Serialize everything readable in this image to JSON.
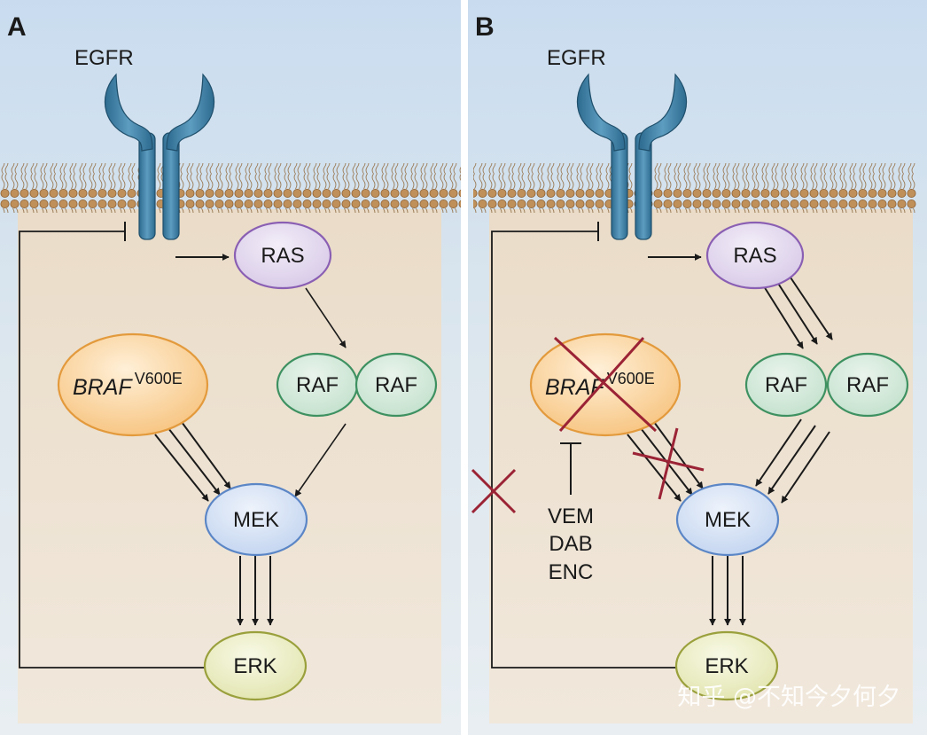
{
  "panels": [
    {
      "label": "A",
      "receptor": "EGFR"
    },
    {
      "label": "B",
      "receptor": "EGFR"
    }
  ],
  "nodes": {
    "ras": "RAS",
    "raf": "RAF",
    "braf": {
      "gene": "BRAF",
      "mutation": "V600E"
    },
    "mek": "MEK",
    "erk": "ERK"
  },
  "inhibitors": [
    "VEM",
    "DAB",
    "ENC"
  ],
  "watermark": "知乎 @不知今夕何夕",
  "colors": {
    "membrane_head": "#b8854a",
    "receptor": "#3f7ea3",
    "ras_fill": "#dcd0ea",
    "ras_stroke": "#8a5fb3",
    "raf_fill": "#cfe6d6",
    "raf_stroke": "#3e9161",
    "braf_fill": "#f8cc8a",
    "braf_stroke": "#e39a3c",
    "mek_fill": "#cbdaf1",
    "mek_stroke": "#5b86c6",
    "erk_fill": "#eaecc2",
    "erk_stroke": "#9aa03c",
    "cross": "#9b2335"
  }
}
